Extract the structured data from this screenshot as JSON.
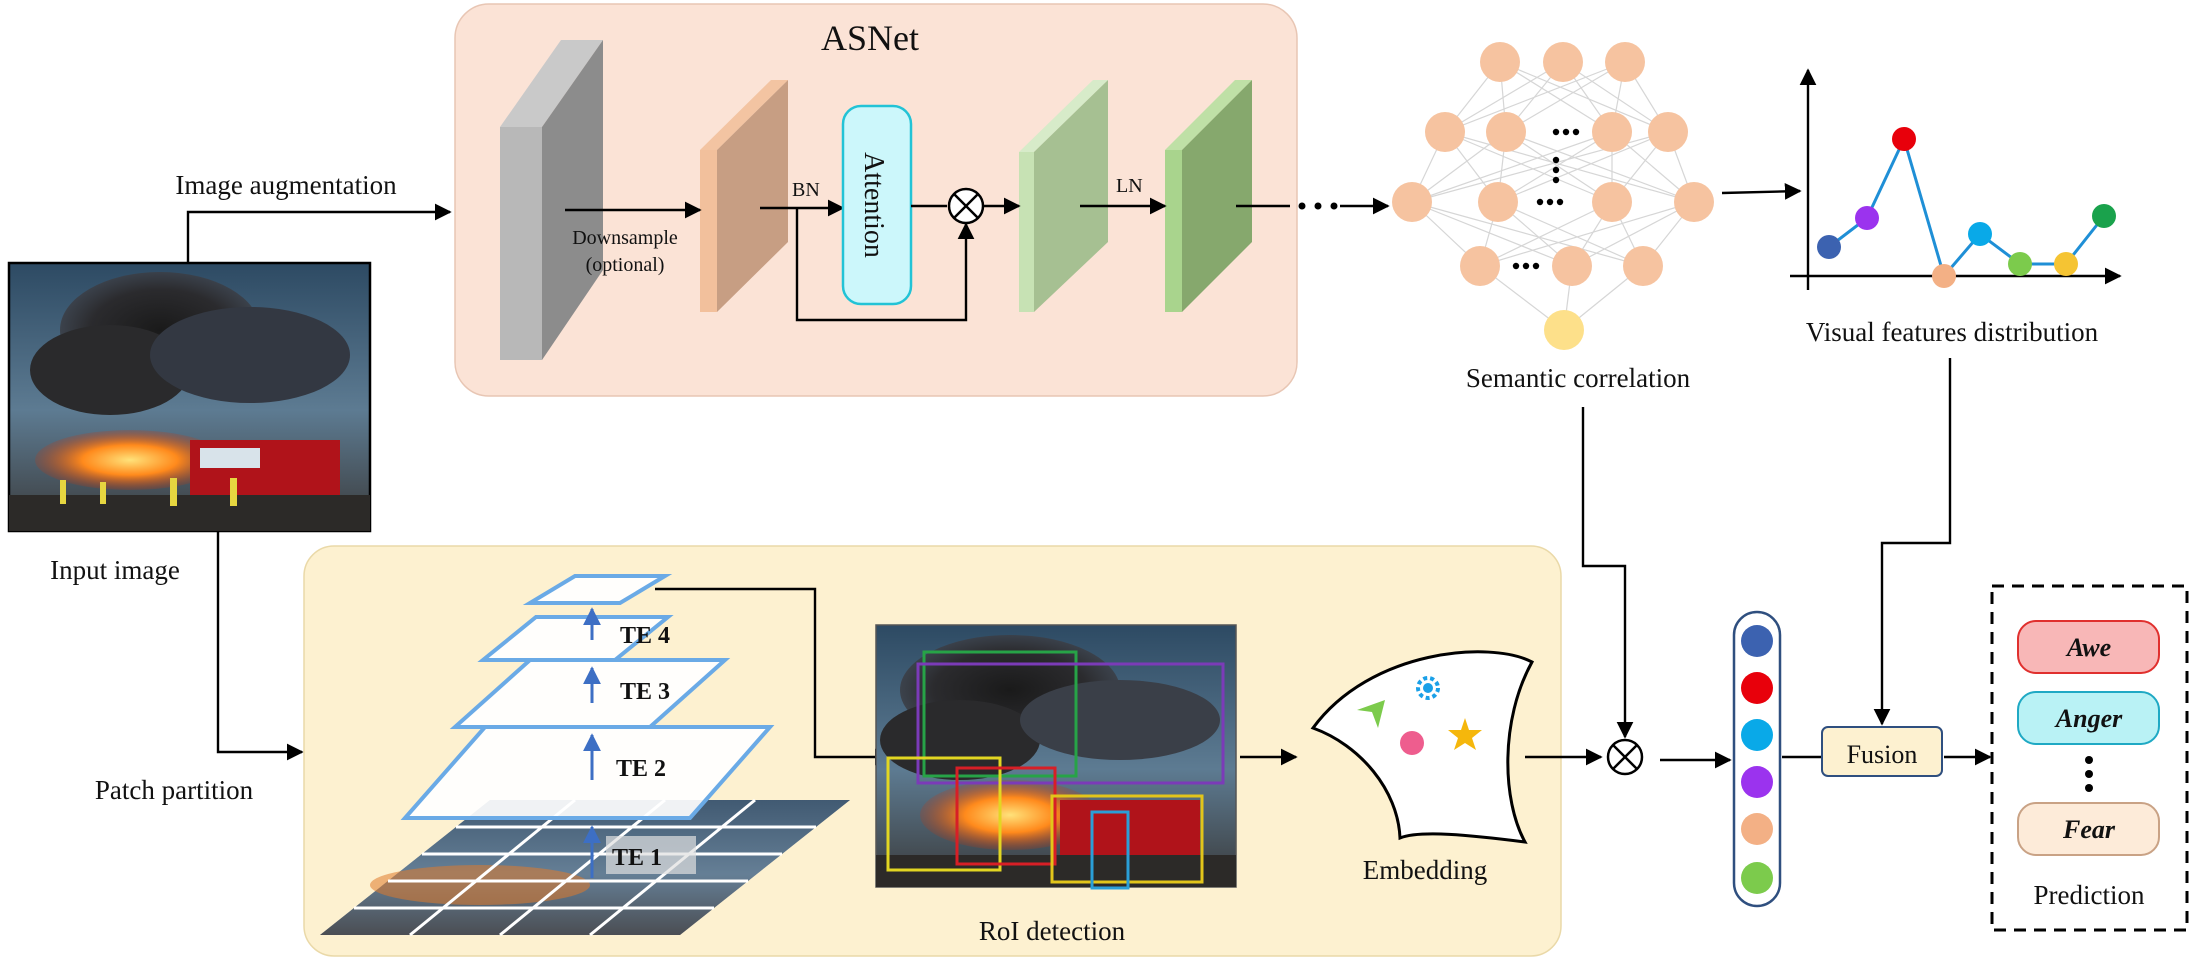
{
  "asnet": {
    "title": "ASNet",
    "downsample_line1": "Downsample",
    "downsample_line2": "(optional)",
    "bn": "BN",
    "attention": "Attention",
    "ln": "LN",
    "otimes": "⊗"
  },
  "labels": {
    "image_augmentation": "Image augmentation",
    "input_image": "Input image",
    "patch_partition": "Patch partition",
    "semantic_correlation": "Semantic correlation",
    "visual_features_distribution": "Visual features distribution",
    "roi_detection": "RoI detection",
    "embedding": "Embedding",
    "fusion": "Fusion",
    "prediction": "Prediction",
    "fusion_otimes": "⊗"
  },
  "te_levels": [
    "TE 1",
    "TE 2",
    "TE 3",
    "TE 4"
  ],
  "emotions": [
    {
      "label": "Awe",
      "color": "#e0302e",
      "fill": "#f8b7b7"
    },
    {
      "label": "Anger",
      "color": "#1fa9c4",
      "fill": "#b9f2f5"
    },
    {
      "label": "Fear",
      "color": "#f2a86c",
      "fill": "#fdebd9"
    }
  ],
  "emotion_ellipsis": "⋮",
  "feature_colors": [
    "#3c62b0",
    "#e8000b",
    "#09a9e8",
    "#9b33ee",
    "#f3b085",
    "#7ccb4c"
  ],
  "colors": {
    "asnet_bg": "#fbe3d6",
    "bottom_bg": "#fdf1d0",
    "node": "#f6c3a0",
    "node_out": "#fde08a",
    "attention_fill": "#ccf7fb",
    "attention_stroke": "#22c3d6",
    "pyramid_stroke": "#6aaae6"
  }
}
